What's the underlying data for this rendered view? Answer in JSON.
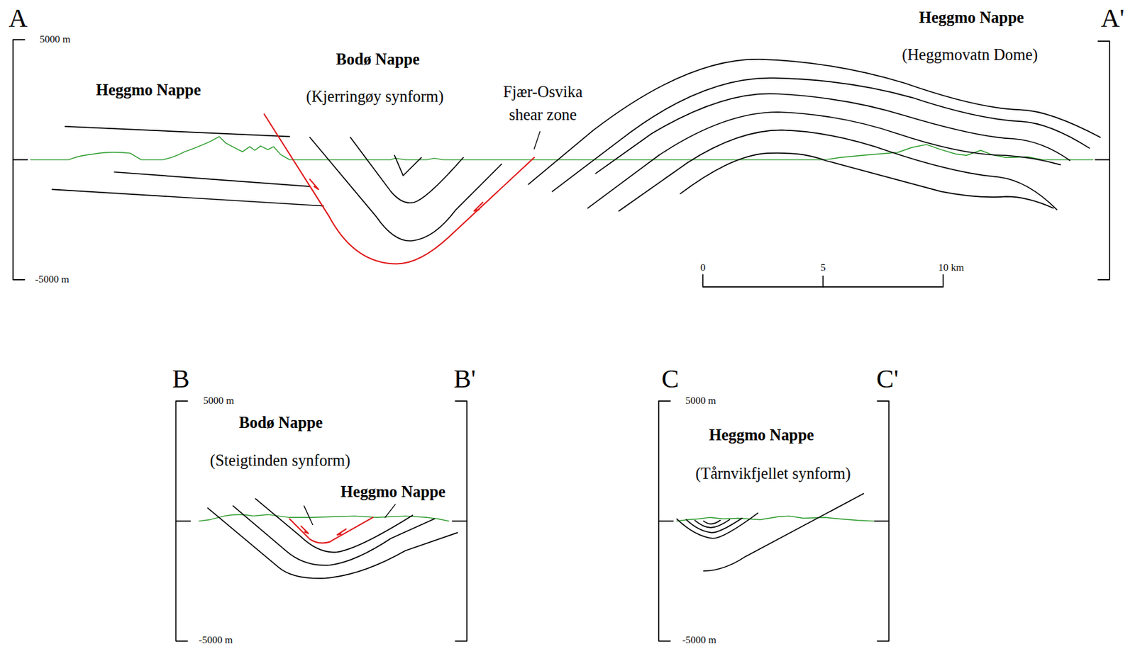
{
  "diagram": {
    "labels": [
      "A",
      "A'",
      "5000 m",
      "-5000 m",
      "Heggmo Nappe",
      "Bodø Nappe",
      "(Kjerringøy synform)",
      "Fjær-Osvika shear zone",
      "Heggmo Nappe",
      "(Heggmovatn Dome)",
      "0",
      "5",
      "10 km",
      "B",
      "B'",
      "5000 m",
      "-5000 m",
      "Bodø Nappe",
      "(Steigtinden synform)",
      "Heggmo Nappe",
      "C",
      "C'",
      "5000 m",
      "-5000 m",
      "Heggmo Nappe",
      "(Tårnvikfjellet synform)"
    ]
  }
}
